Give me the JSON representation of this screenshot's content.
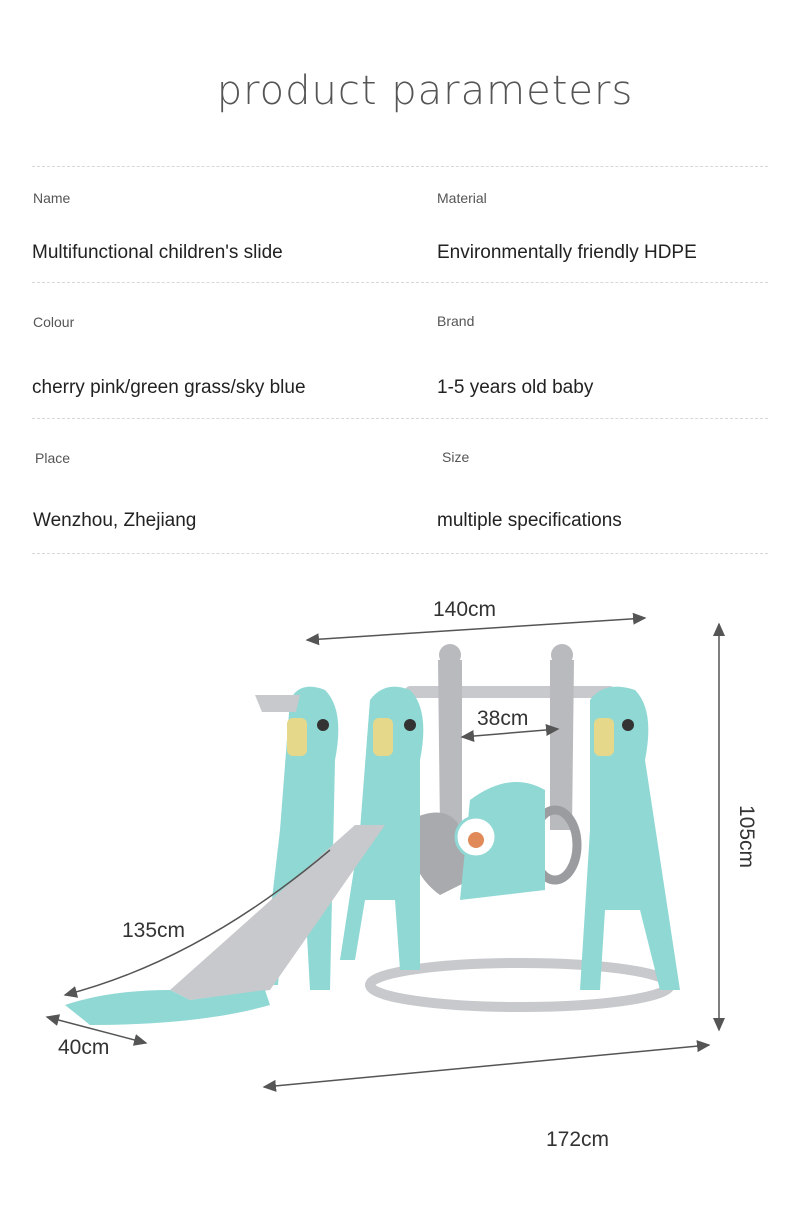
{
  "title": "product parameters",
  "params": [
    {
      "label": "Name",
      "value": "Multifunctional children's slide"
    },
    {
      "label": "Material",
      "value": "Environmentally friendly HDPE"
    },
    {
      "label": "Colour",
      "value": "cherry pink/green grass/sky blue"
    },
    {
      "label": "Brand",
      "value": "1-5 years old baby"
    },
    {
      "label": "Place",
      "value": "Wenzhou, Zhejiang"
    },
    {
      "label": "Size",
      "value": "multiple specifications"
    }
  ],
  "dimensions": {
    "swing_width": "140cm",
    "seat_width": "38cm",
    "height": "105cm",
    "slide_length": "135cm",
    "slide_width": "40cm",
    "total_length": "172cm"
  },
  "colors": {
    "teal": "#8fd8d4",
    "gray": "#c7c9cc",
    "arrow": "#555555"
  }
}
